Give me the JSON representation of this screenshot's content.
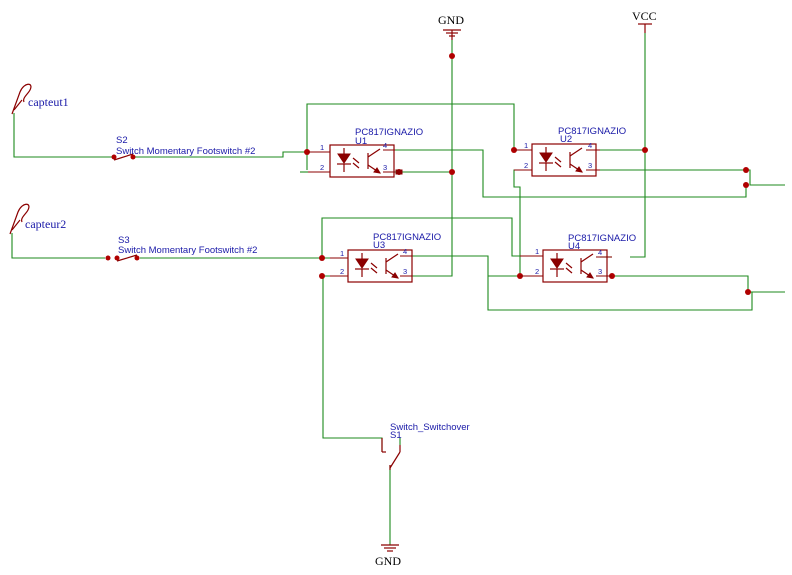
{
  "colors": {
    "wire": "#1d8a1d",
    "part": "#8b0000",
    "pin": "#8b0000",
    "junction": "#b00000",
    "ref": "#1a1aa8"
  },
  "power": {
    "gnd_top": "GND",
    "vcc": "VCC",
    "gnd_bottom": "GND"
  },
  "sensors": {
    "s1": "capteut1",
    "s2": "capteur2"
  },
  "switches": {
    "s2": {
      "ref": "S2",
      "value": "Switch Momentary Footswitch #2"
    },
    "s3": {
      "ref": "S3",
      "value": "Switch Momentary Footswitch #2"
    },
    "s1": {
      "ref": "S1",
      "value": "Switch_Switchover"
    }
  },
  "optos": {
    "u1": {
      "value": "PC817IGNAZIO",
      "ref": "U1"
    },
    "u2": {
      "value": "PC817IGNAZIO",
      "ref": "U2"
    },
    "u3": {
      "value": "PC817IGNAZIO",
      "ref": "U3"
    },
    "u4": {
      "value": "PC817IGNAZIO",
      "ref": "U4"
    }
  },
  "pins": {
    "p1": "1",
    "p2": "2",
    "p3": "3",
    "p4": "4"
  }
}
